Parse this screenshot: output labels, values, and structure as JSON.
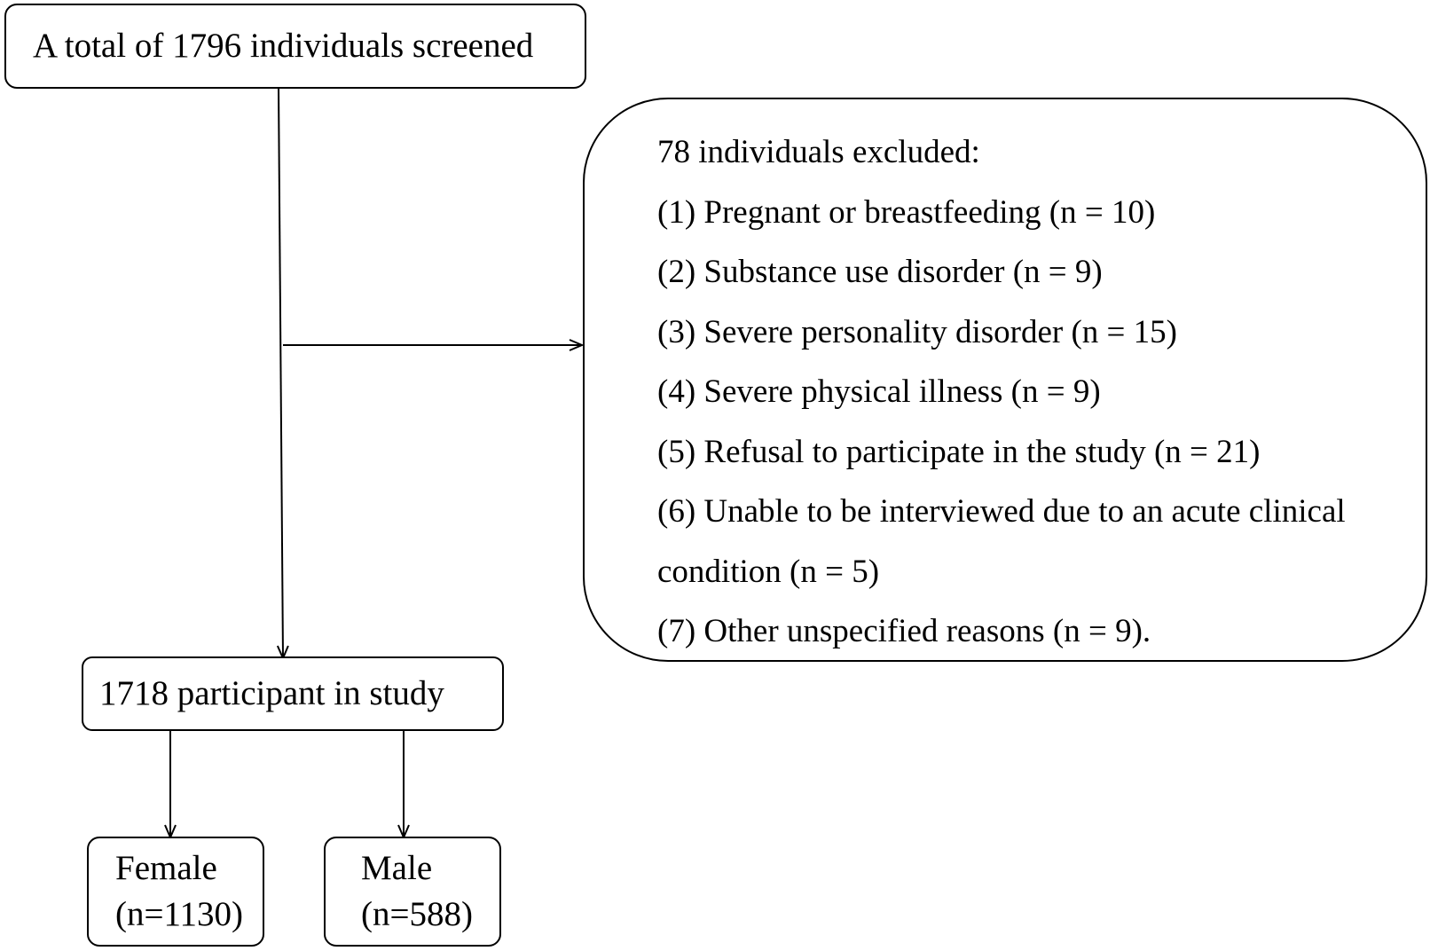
{
  "screened": {
    "text": "A total of 1796 individuals screened"
  },
  "excluded": {
    "title": "78 individuals excluded:",
    "lines": [
      "(1) Pregnant or breastfeeding (n = 10)",
      "(2) Substance use disorder (n = 9)",
      "(3) Severe personality disorder (n = 15)",
      "(4) Severe physical illness (n = 9)",
      "(5) Refusal to participate in the study (n = 21)",
      "(6) Unable to be interviewed due to an acute clinical",
      "condition (n = 5)",
      "(7) Other unspecified reasons (n = 9)."
    ]
  },
  "participants": {
    "text": "1718 participant in study"
  },
  "female": {
    "label": "Female",
    "count": "(n=1130)"
  },
  "male": {
    "label": "Male",
    "count": "(n=588)"
  }
}
